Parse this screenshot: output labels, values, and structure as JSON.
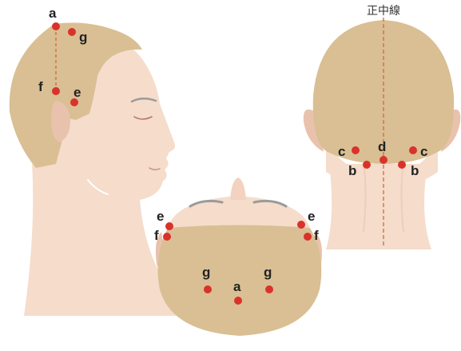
{
  "midline_label": "正中線",
  "colors": {
    "skin": "#f5dccb",
    "skin_shade": "#e9c2ad",
    "hair": "#d9bf93",
    "point": "#d9322b",
    "midline": "#d2693f",
    "brow": "#9a9a9a"
  },
  "side_view": {
    "points": [
      "a",
      "g",
      "f",
      "e"
    ]
  },
  "back_view": {
    "points": [
      "c",
      "d",
      "c",
      "b",
      "b"
    ]
  },
  "top_view": {
    "points": [
      "e",
      "f",
      "e",
      "f",
      "g",
      "a",
      "g"
    ]
  }
}
